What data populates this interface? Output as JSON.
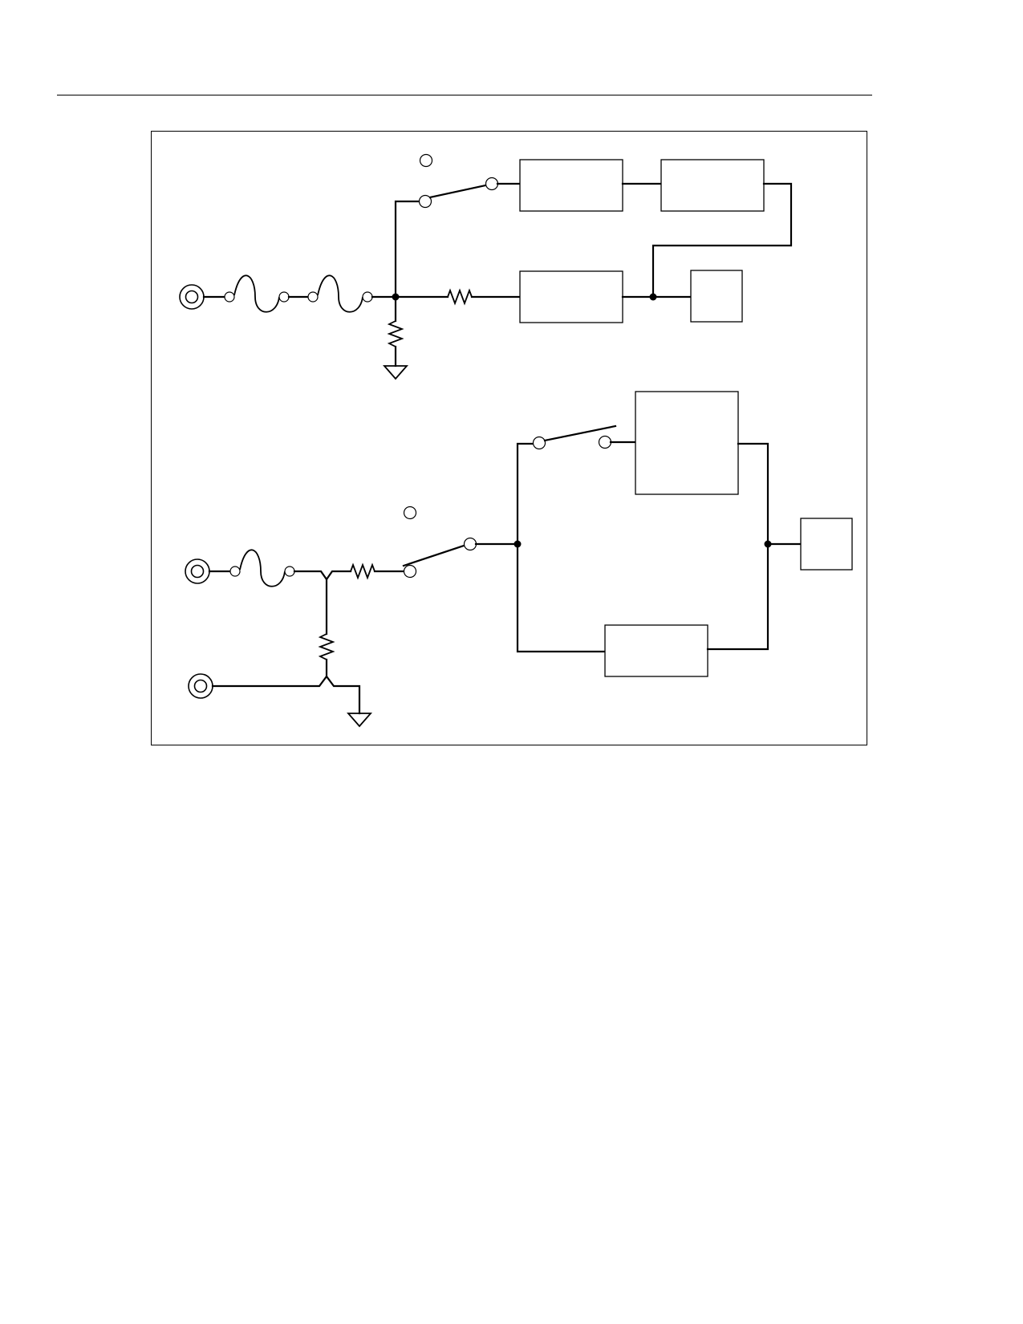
{
  "components": {
    "upper_circuit": {
      "jack": "input-jack",
      "fuses": [
        "fuse",
        "fuse"
      ],
      "switch": "spst-switch",
      "series_resistor": "resistor",
      "shunt_resistor": "resistor",
      "ground": "ground-symbol",
      "blocks": [
        "block",
        "block",
        "block",
        "block"
      ]
    },
    "lower_circuit": {
      "jacks": [
        "input-jack",
        "common-jack"
      ],
      "fuse": "fuse",
      "series_resistor": "resistor",
      "shunt_resistor": "resistor",
      "switches": [
        "spst-switch",
        "spst-switch"
      ],
      "ground": "ground-symbol",
      "blocks": [
        "block",
        "block",
        "block"
      ]
    }
  }
}
